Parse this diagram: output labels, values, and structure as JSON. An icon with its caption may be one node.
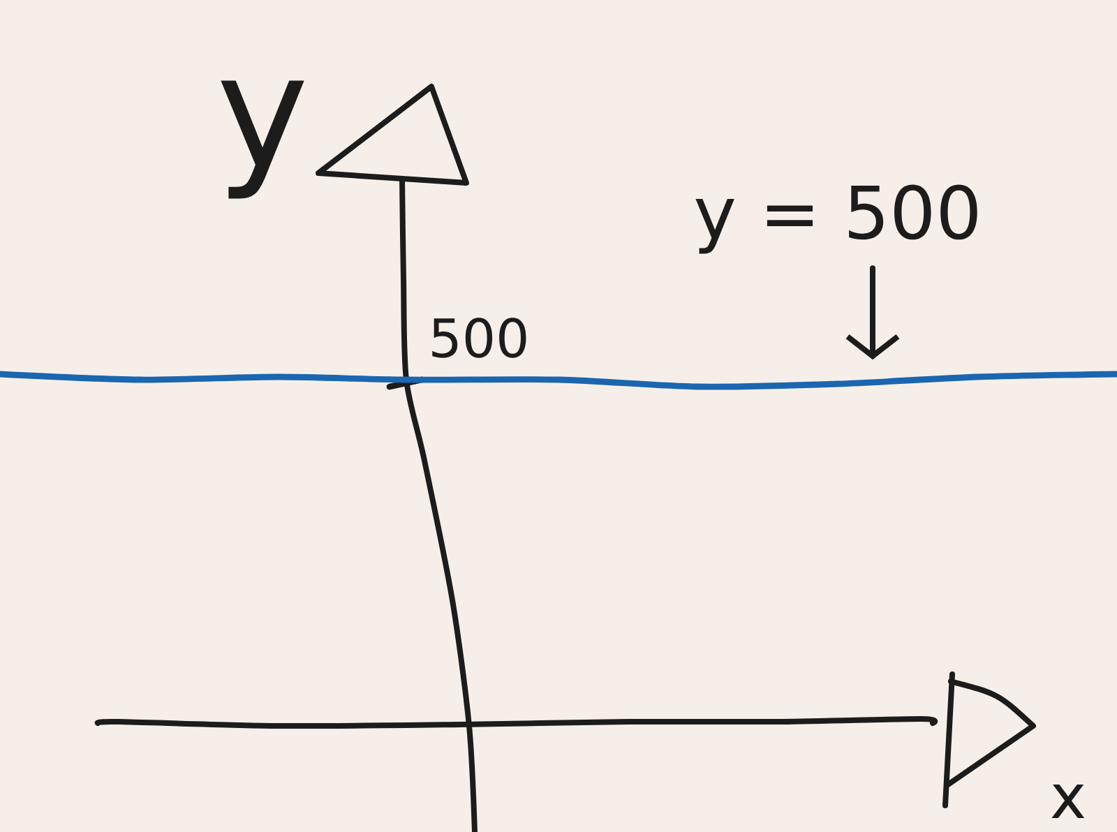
{
  "diagram": {
    "nodes": [
      {
        "text": [
          "y = 500"
        ]
      },
      {
        "text": [],
        "shape": "line"
      }
    ],
    "edges": [
      {
        "from": 0,
        "to": 1,
        "arrow": "to"
      }
    ],
    "labels": [
      "y",
      "500",
      "x"
    ]
  }
}
